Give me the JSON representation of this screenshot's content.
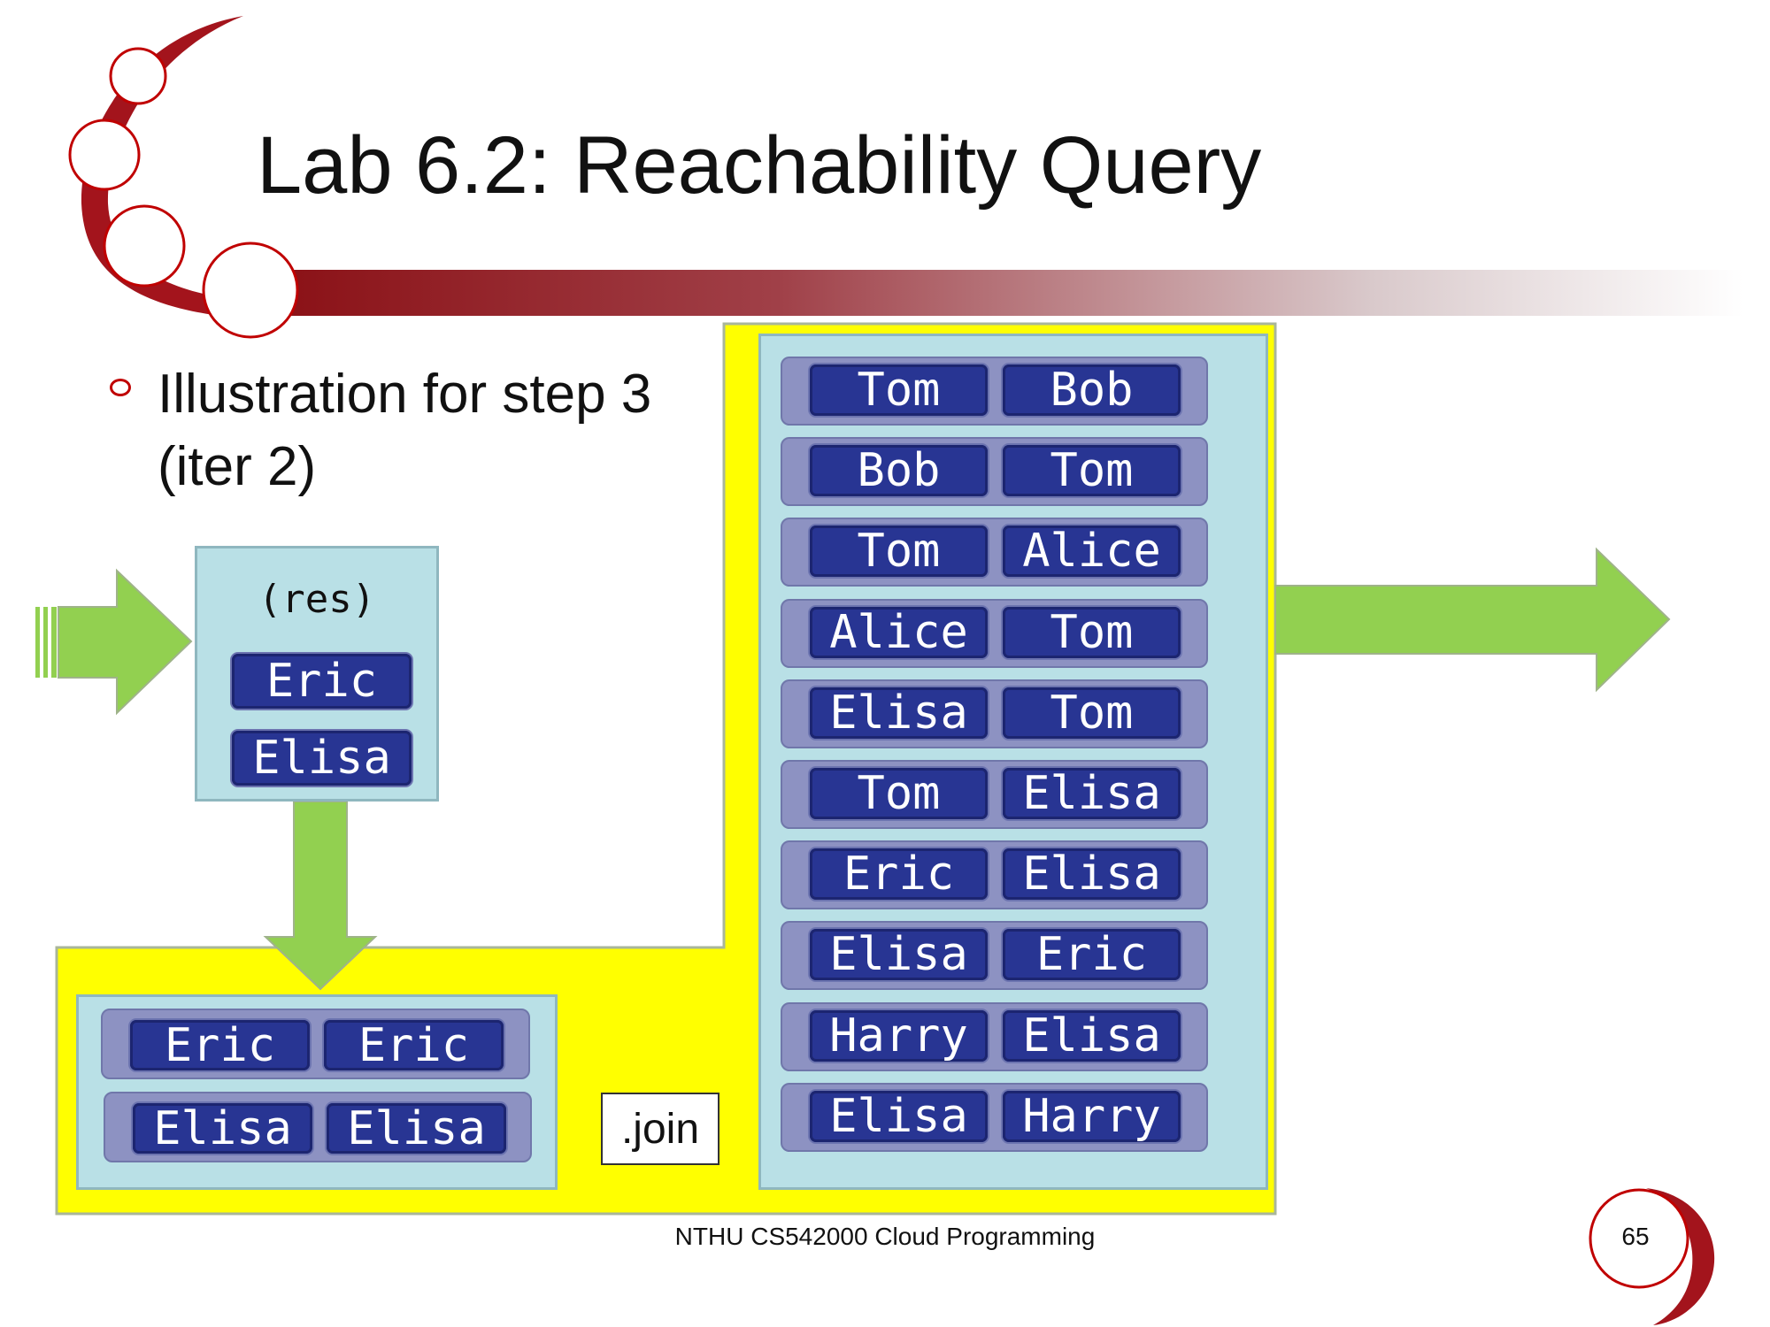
{
  "slide": {
    "title": "Lab 6.2: Reachability Query",
    "bullet_line1": "Illustration for step 3",
    "bullet_line2": "(iter 2)",
    "footer": "NTHU CS542000 Cloud Programming",
    "page_number": "65",
    "accent_color": "#c00000"
  },
  "res_panel": {
    "label": "(res)",
    "items": [
      "Eric",
      "Elisa"
    ]
  },
  "graph_pairs": [
    [
      "Tom",
      "Bob"
    ],
    [
      "Bob",
      "Tom"
    ],
    [
      "Tom",
      "Alice"
    ],
    [
      "Alice",
      "Tom"
    ],
    [
      "Elisa",
      "Tom"
    ],
    [
      "Tom",
      "Elisa"
    ],
    [
      "Eric",
      "Elisa"
    ],
    [
      "Elisa",
      "Eric"
    ],
    [
      "Harry",
      "Elisa"
    ],
    [
      "Elisa",
      "Harry"
    ]
  ],
  "self_pairs": [
    [
      "Eric",
      "Eric"
    ],
    [
      "Elisa",
      "Elisa"
    ]
  ],
  "join_label": ".join",
  "colors": {
    "panel_fill": "#b9e0e6",
    "cell_fill": "#283593",
    "row_fill": "#8d92c2",
    "highlight": "#ffff00",
    "arrow": "#92d050"
  }
}
